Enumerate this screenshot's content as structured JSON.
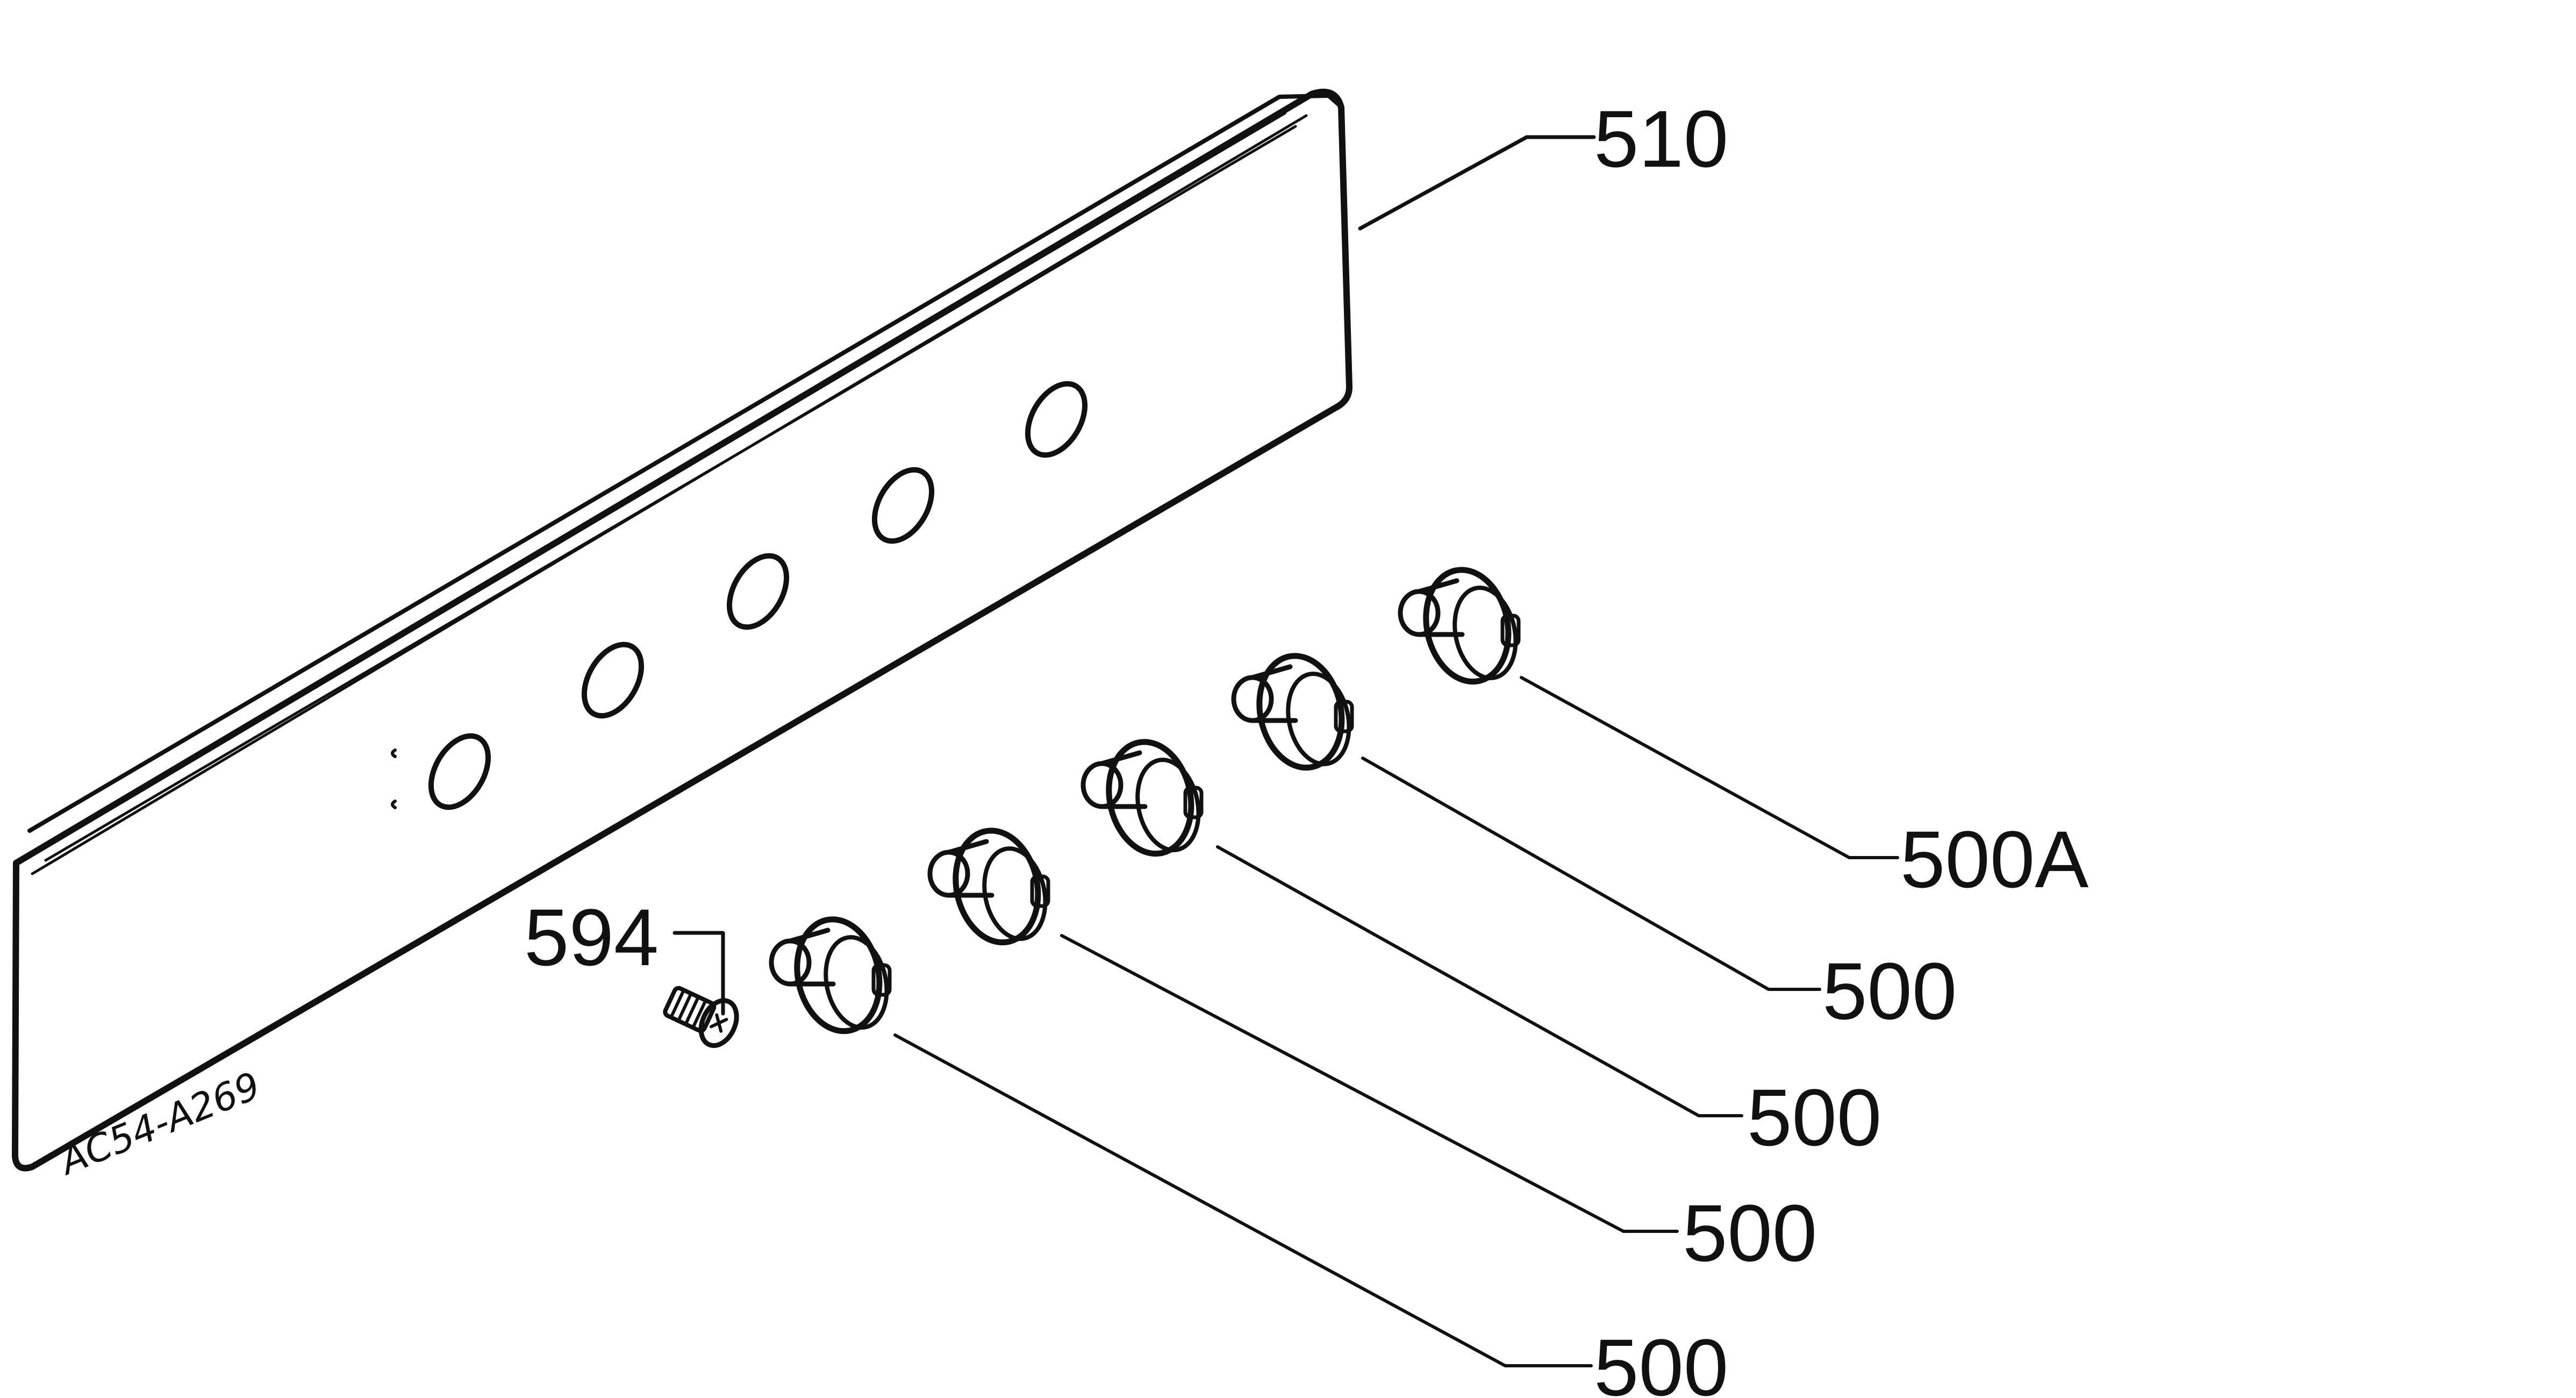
{
  "diagram": {
    "colors": {
      "ink": "#111111",
      "paper": "#ffffff"
    },
    "drawing_code": "AC54-A269",
    "callouts": {
      "panel": "510",
      "screw": "594",
      "knob_1": "500",
      "knob_2": "500",
      "knob_3": "500",
      "knob_4": "500",
      "knob_5": "500A"
    },
    "parts": [
      {
        "ref": "510",
        "name": "control-panel"
      },
      {
        "ref": "594",
        "name": "screw"
      },
      {
        "ref": "500",
        "name": "control-knob"
      },
      {
        "ref": "500A",
        "name": "control-knob-variant"
      }
    ]
  }
}
